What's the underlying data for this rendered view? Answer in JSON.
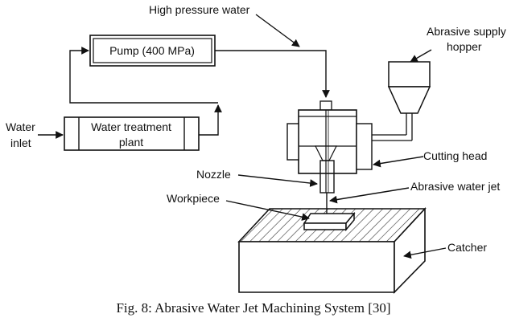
{
  "labels": {
    "high_pressure_water": "High pressure water",
    "pump": "Pump (400 MPa)",
    "abrasive_supply_line1": "Abrasive supply",
    "abrasive_supply_line2": "hopper",
    "water_inlet_line1": "Water",
    "water_inlet_line2": "inlet",
    "water_treatment_line1": "Water treatment",
    "water_treatment_line2": "plant",
    "cutting_head": "Cutting head",
    "nozzle": "Nozzle",
    "abrasive_water_jet": "Abrasive water jet",
    "workpiece": "Workpiece",
    "catcher": "Catcher"
  },
  "caption": "Fig. 8: Abrasive Water Jet Machining System [30]"
}
